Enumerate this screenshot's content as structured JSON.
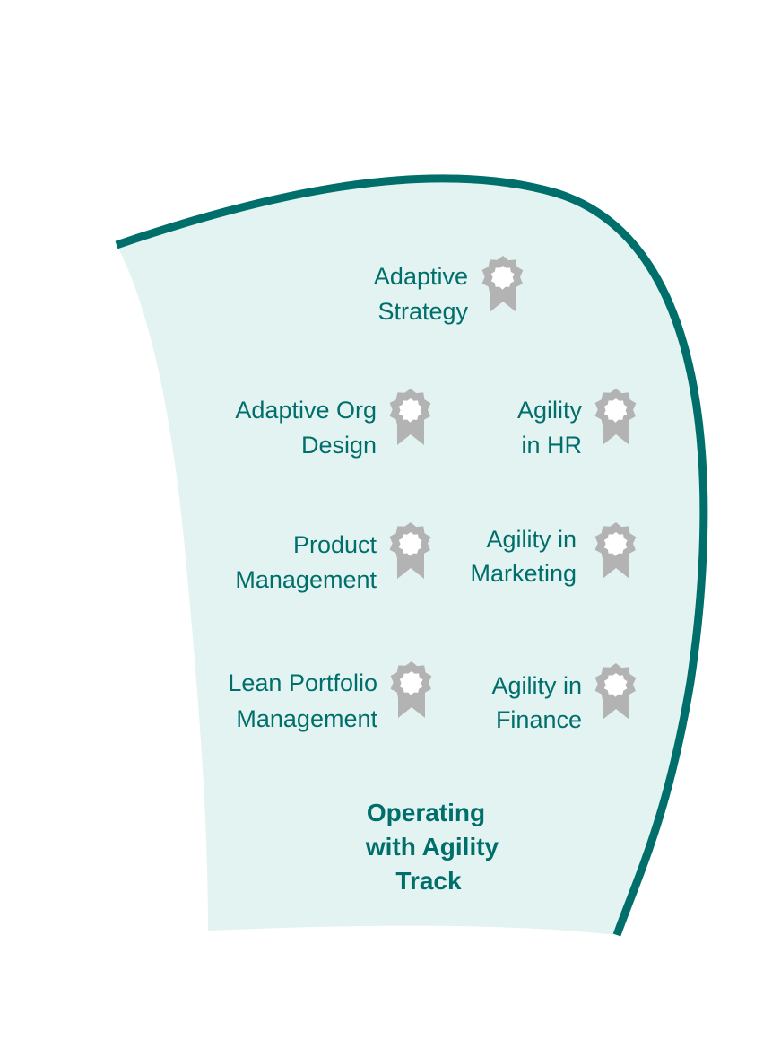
{
  "colors": {
    "accent": "#006f6c",
    "panel_fill": "#e2f3f1",
    "badge": "#b3b3b3",
    "background": "#ffffff"
  },
  "badges": [
    {
      "id": "adaptive-strategy",
      "lines": [
        "Adaptive",
        "Strategy"
      ],
      "icon": "award-ribbon-icon"
    },
    {
      "id": "adaptive-org-design",
      "lines": [
        "Adaptive Org",
        "Design"
      ],
      "icon": "award-ribbon-icon"
    },
    {
      "id": "agility-in-hr",
      "lines": [
        "Agility",
        "in HR"
      ],
      "icon": "award-ribbon-icon"
    },
    {
      "id": "product-management",
      "lines": [
        "Product",
        "Management"
      ],
      "icon": "award-ribbon-icon"
    },
    {
      "id": "agility-in-marketing",
      "lines": [
        "Agility in",
        "Marketing"
      ],
      "icon": "award-ribbon-icon"
    },
    {
      "id": "lean-portfolio-management",
      "lines": [
        "Lean Portfolio",
        "Management"
      ],
      "icon": "award-ribbon-icon"
    },
    {
      "id": "agility-in-finance",
      "lines": [
        "Agility in",
        "Finance"
      ],
      "icon": "award-ribbon-icon"
    }
  ],
  "track": {
    "lines": [
      "Operating",
      "with Agility",
      "Track"
    ]
  }
}
